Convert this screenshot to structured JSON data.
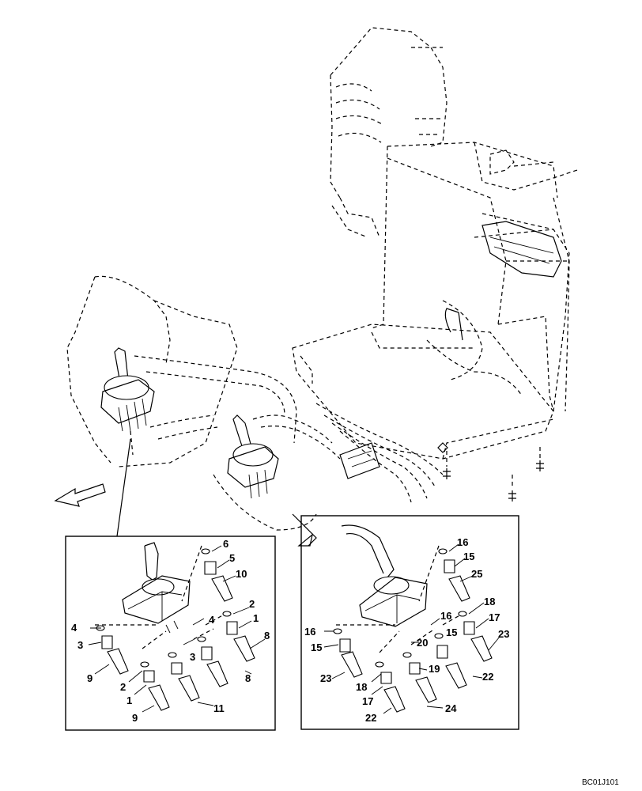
{
  "drawing": {
    "reference": "BC01J101"
  },
  "left_detail": {
    "callouts": [
      "6",
      "5",
      "10",
      "2",
      "1",
      "8",
      "4",
      "4",
      "3",
      "3",
      "9",
      "2",
      "1",
      "8",
      "9",
      "11"
    ]
  },
  "right_detail": {
    "callouts": [
      "16",
      "15",
      "25",
      "18",
      "17",
      "16",
      "15",
      "23",
      "16",
      "15",
      "20",
      "23",
      "18",
      "19",
      "22",
      "17",
      "22",
      "24"
    ]
  }
}
